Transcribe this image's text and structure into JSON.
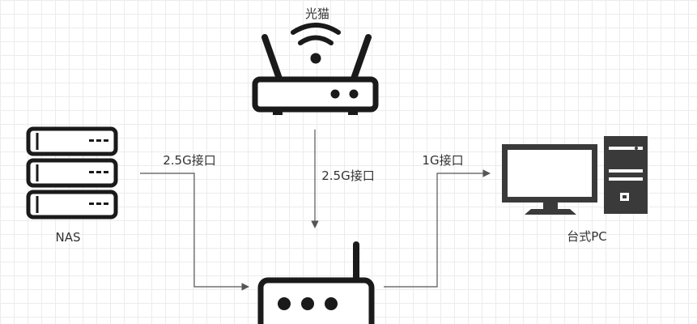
{
  "nodes": {
    "modem": {
      "label": "光猫",
      "icon": "wifi-router-icon"
    },
    "nas": {
      "label": "NAS",
      "icon": "server-rack-icon"
    },
    "pc": {
      "label": "台式PC",
      "icon": "desktop-computer-icon"
    },
    "router": {
      "label": "",
      "icon": "router-icon"
    }
  },
  "edges": {
    "nas_router": {
      "label": "2.5G接口"
    },
    "modem_router": {
      "label": "2.5G接口"
    },
    "router_pc": {
      "label": "1G接口"
    }
  },
  "colors": {
    "icon": "#1a1a1a",
    "line": "#555555",
    "grid": "#ececec",
    "screen": "#ffffff"
  }
}
